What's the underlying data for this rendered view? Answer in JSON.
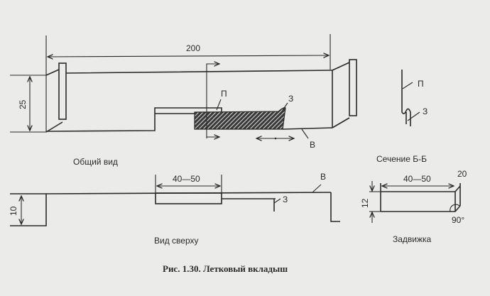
{
  "general_view": {
    "title": "Общий вид",
    "length_dim": "200",
    "height_dim": "25",
    "label_p": "П",
    "label_z": "З",
    "label_v": "В"
  },
  "section": {
    "title": "Сечение Б-Б",
    "label_p": "П",
    "label_z": "З"
  },
  "top_view": {
    "title": "Вид сверху",
    "slot_dim": "40—50",
    "depth_dim": "10",
    "label_v": "В",
    "label_z": "З"
  },
  "latch": {
    "title": "Задвижка",
    "length_dim": "40—50",
    "bevel_dim": "20",
    "height_dim": "12",
    "angle": "90°"
  },
  "caption": "Рис. 1.30. Летковый вкладыш"
}
